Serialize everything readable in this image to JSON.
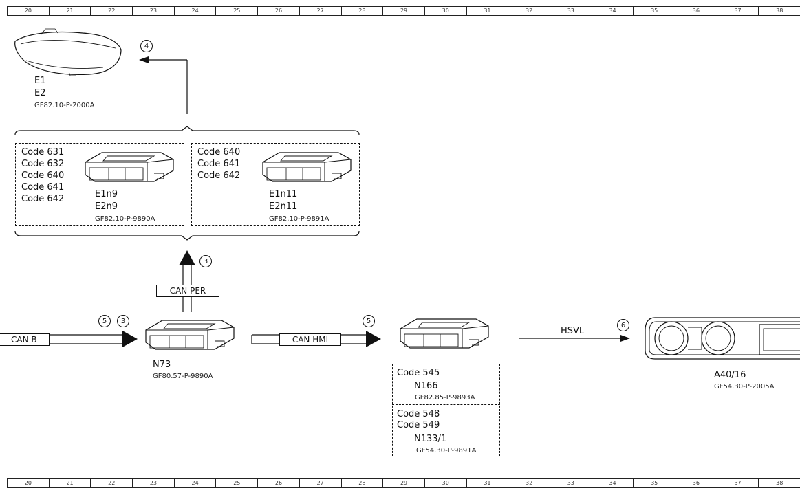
{
  "ruler": [
    "20",
    "21",
    "22",
    "23",
    "24",
    "25",
    "26",
    "27",
    "28",
    "29",
    "30",
    "31",
    "32",
    "33",
    "34",
    "35",
    "36",
    "37",
    "38"
  ],
  "headlamp": {
    "label1": "E1",
    "label2": "E2",
    "ref": "GF82.10-P-2000A",
    "circle": "4"
  },
  "module_left": {
    "codes": [
      "Code 631",
      "Code 632",
      "Code 640",
      "Code 641",
      "Code 642"
    ],
    "label1": "E1n9",
    "label2": "E2n9",
    "ref": "GF82.10-P-9890A"
  },
  "module_right": {
    "codes": [
      "Code 640",
      "Code 641",
      "Code 642"
    ],
    "label1": "E1n11",
    "label2": "E2n11",
    "ref": "GF82.10-P-9891A"
  },
  "can_per": {
    "label": "CAN PER",
    "circle": "3"
  },
  "can_b": {
    "label": "CAN B",
    "circle1": "5",
    "circle2": "3"
  },
  "n73": {
    "label": "N73",
    "ref": "GF80.57-P-9890A"
  },
  "can_hmi": {
    "label": "CAN HMI",
    "circle": "5"
  },
  "n166_box": {
    "code": "Code 545",
    "label": "N166",
    "ref": "GF82.85-P-9893A"
  },
  "n133_box": {
    "codes": [
      "Code 548",
      "Code 549"
    ],
    "label": "N133/1",
    "ref": "GF54.30-P-9891A"
  },
  "hsvl": {
    "label": "HSVL",
    "circle": "6"
  },
  "cluster": {
    "label": "A40/16",
    "ref": "GF54.30-P-2005A"
  }
}
